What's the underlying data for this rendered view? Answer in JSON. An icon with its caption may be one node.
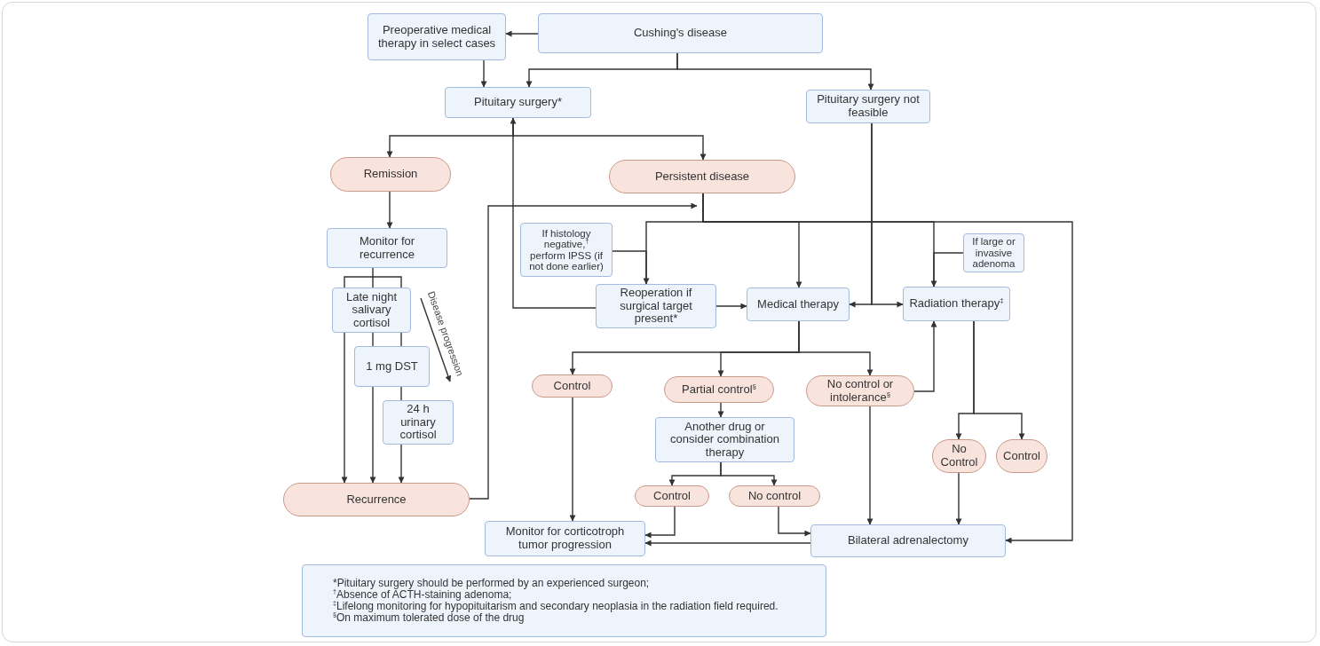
{
  "diagram": {
    "nodes": [
      {
        "text": [
          "Cushing's disease"
        ]
      },
      {
        "text": [
          "Preoperative medical therapy in select cases"
        ]
      },
      {
        "text": [
          "Pituitary surgery*"
        ]
      },
      {
        "text": [
          "Pituitary surgery not feasible"
        ]
      },
      {
        "text": [
          "Remission"
        ]
      },
      {
        "text": [
          "Persistent disease"
        ]
      },
      {
        "text": [
          "Monitor for recurrence"
        ]
      },
      {
        "text": [
          "Late night salivary cortisol"
        ]
      },
      {
        "text": [
          "1 mg DST"
        ]
      },
      {
        "text": [
          "24 h urinary cortisol"
        ]
      },
      {
        "text": [
          "Recurrence"
        ]
      },
      {
        "text": [
          "If histology negative,$^{†}$ perform IPSS (if not done earlier)"
        ]
      },
      {
        "text": [
          "Reoperation if surgical target present*"
        ]
      },
      {
        "text": [
          "Medical therapy"
        ]
      },
      {
        "text": [
          "If large or invasive adenoma"
        ]
      },
      {
        "text": [
          "Radiation therapy$^{‡}$"
        ]
      },
      {
        "text": [
          "Control"
        ]
      },
      {
        "text": [
          "Partial control$^{§}$"
        ]
      },
      {
        "text": [
          "No control or intolerance$^{§}$"
        ]
      },
      {
        "text": [
          "Another drug or consider combination therapy"
        ]
      },
      {
        "text": [
          "Control"
        ]
      },
      {
        "text": [
          "No control"
        ]
      },
      {
        "text": [
          "No Control"
        ]
      },
      {
        "text": [
          "Control"
        ]
      },
      {
        "text": [
          "Monitor for corticotroph tumor progression"
        ]
      },
      {
        "text": [
          "Bilateral adrenalectomy"
        ]
      },
      {
        "text": [
          "*Pituitary surgery should be performed by an experienced surgeon;",
          "$^{†}$Absence of ACTH-staining adenoma;",
          "$^{‡}$Lifelong monitoring for hypopituitarism and secondary neoplasia in the radiation field required.",
          "$^{§}$On maximum tolerated dose of the drug"
        ]
      }
    ],
    "edges": [
      {
        "from": 0,
        "to": 1,
        "arrow": "to"
      },
      {
        "from": 1,
        "to": 2,
        "arrow": "to"
      },
      {
        "from": 0,
        "to": 2,
        "arrow": "to"
      },
      {
        "from": 0,
        "to": 3,
        "arrow": "to"
      },
      {
        "from": 2,
        "to": 4,
        "arrow": "to"
      },
      {
        "from": 2,
        "to": 5,
        "arrow": "to"
      },
      {
        "from": 12,
        "to": 2,
        "arrow": "to"
      },
      {
        "from": 4,
        "to": 6,
        "arrow": "to"
      },
      {
        "from": 6,
        "to": 7,
        "arrow": "none"
      },
      {
        "from": 7,
        "to": 10,
        "arrow": "to"
      },
      {
        "from": 7,
        "to": 8,
        "arrow": "none"
      },
      {
        "from": 8,
        "to": 10,
        "arrow": "to"
      },
      {
        "from": 8,
        "to": 9,
        "arrow": "none"
      },
      {
        "from": 9,
        "to": 10,
        "arrow": "to"
      },
      {
        "from": 10,
        "to": 5,
        "arrow": "to"
      },
      {
        "from": 5,
        "to": 12,
        "arrow": "to"
      },
      {
        "from": 5,
        "to": 13,
        "arrow": "to"
      },
      {
        "from": 5,
        "to": 15,
        "arrow": "to"
      },
      {
        "from": 5,
        "to": 25,
        "arrow": "to"
      },
      {
        "from": 11,
        "to": 12,
        "arrow": "none"
      },
      {
        "from": 14,
        "to": 15,
        "arrow": "none"
      },
      {
        "from": 3,
        "to": 13,
        "arrow": "to"
      },
      {
        "from": 3,
        "to": 15,
        "arrow": "to"
      },
      {
        "from": 12,
        "to": 13,
        "arrow": "to"
      },
      {
        "from": 13,
        "to": 16,
        "arrow": "to"
      },
      {
        "from": 13,
        "to": 17,
        "arrow": "to"
      },
      {
        "from": 13,
        "to": 18,
        "arrow": "to"
      },
      {
        "from": 17,
        "to": 19,
        "arrow": "to"
      },
      {
        "from": 19,
        "to": 20,
        "arrow": "to"
      },
      {
        "from": 19,
        "to": 21,
        "arrow": "to"
      },
      {
        "from": 16,
        "to": 24,
        "arrow": "to"
      },
      {
        "from": 20,
        "to": 24,
        "arrow": "to"
      },
      {
        "from": 21,
        "to": 25,
        "arrow": "to"
      },
      {
        "from": 25,
        "to": 24,
        "arrow": "to"
      },
      {
        "from": 18,
        "to": 15,
        "arrow": "to"
      },
      {
        "from": 18,
        "to": 25,
        "arrow": "to"
      },
      {
        "from": 15,
        "to": 22,
        "arrow": "to"
      },
      {
        "from": 15,
        "to": 23,
        "arrow": "to"
      },
      {
        "from": 22,
        "to": 25,
        "arrow": "to"
      }
    ],
    "labels": [
      "Disease progression"
    ]
  }
}
